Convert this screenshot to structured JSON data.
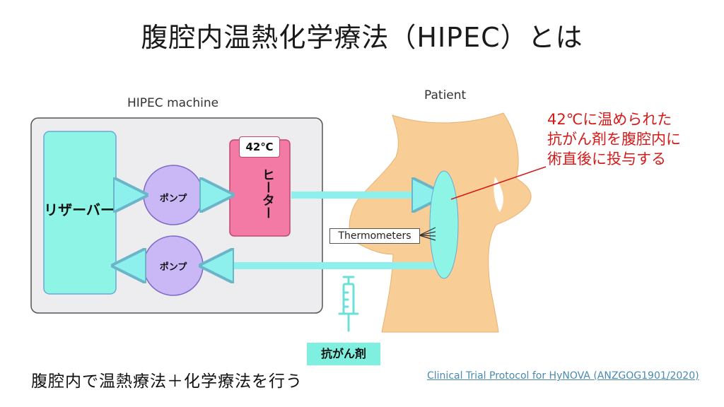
{
  "title": "腹腔内温熱化学療法（HIPEC）とは",
  "machine_label": "HIPEC machine",
  "patient_label": "Patient",
  "reservoir_label": "リザーバー",
  "pump_label_top": "ポンプ",
  "pump_label_bottom": "ポンプ",
  "heater_temp": "42℃",
  "heater_label": "ヒーター",
  "thermometers_label": "Thermometers",
  "annotation_lines": [
    "42℃に温められた",
    "抗がん剤を腹腔内に",
    "術直後に投与する"
  ],
  "drug_label": "抗がん剤",
  "bottom_text": "腹腔内で温熱療法＋化学療法を行う",
  "source_link": "Clinical Trial Protocol for HyNOVA (ANZGOG1901/2020)",
  "colors": {
    "reservoir": "#8ef5e6",
    "pump": "#c9b8f5",
    "heater": "#f47aa6",
    "flow": "#8ef0ec",
    "body": "#f8cd96",
    "annotation": "#d61a1a",
    "machine_bg": "#ededef"
  }
}
